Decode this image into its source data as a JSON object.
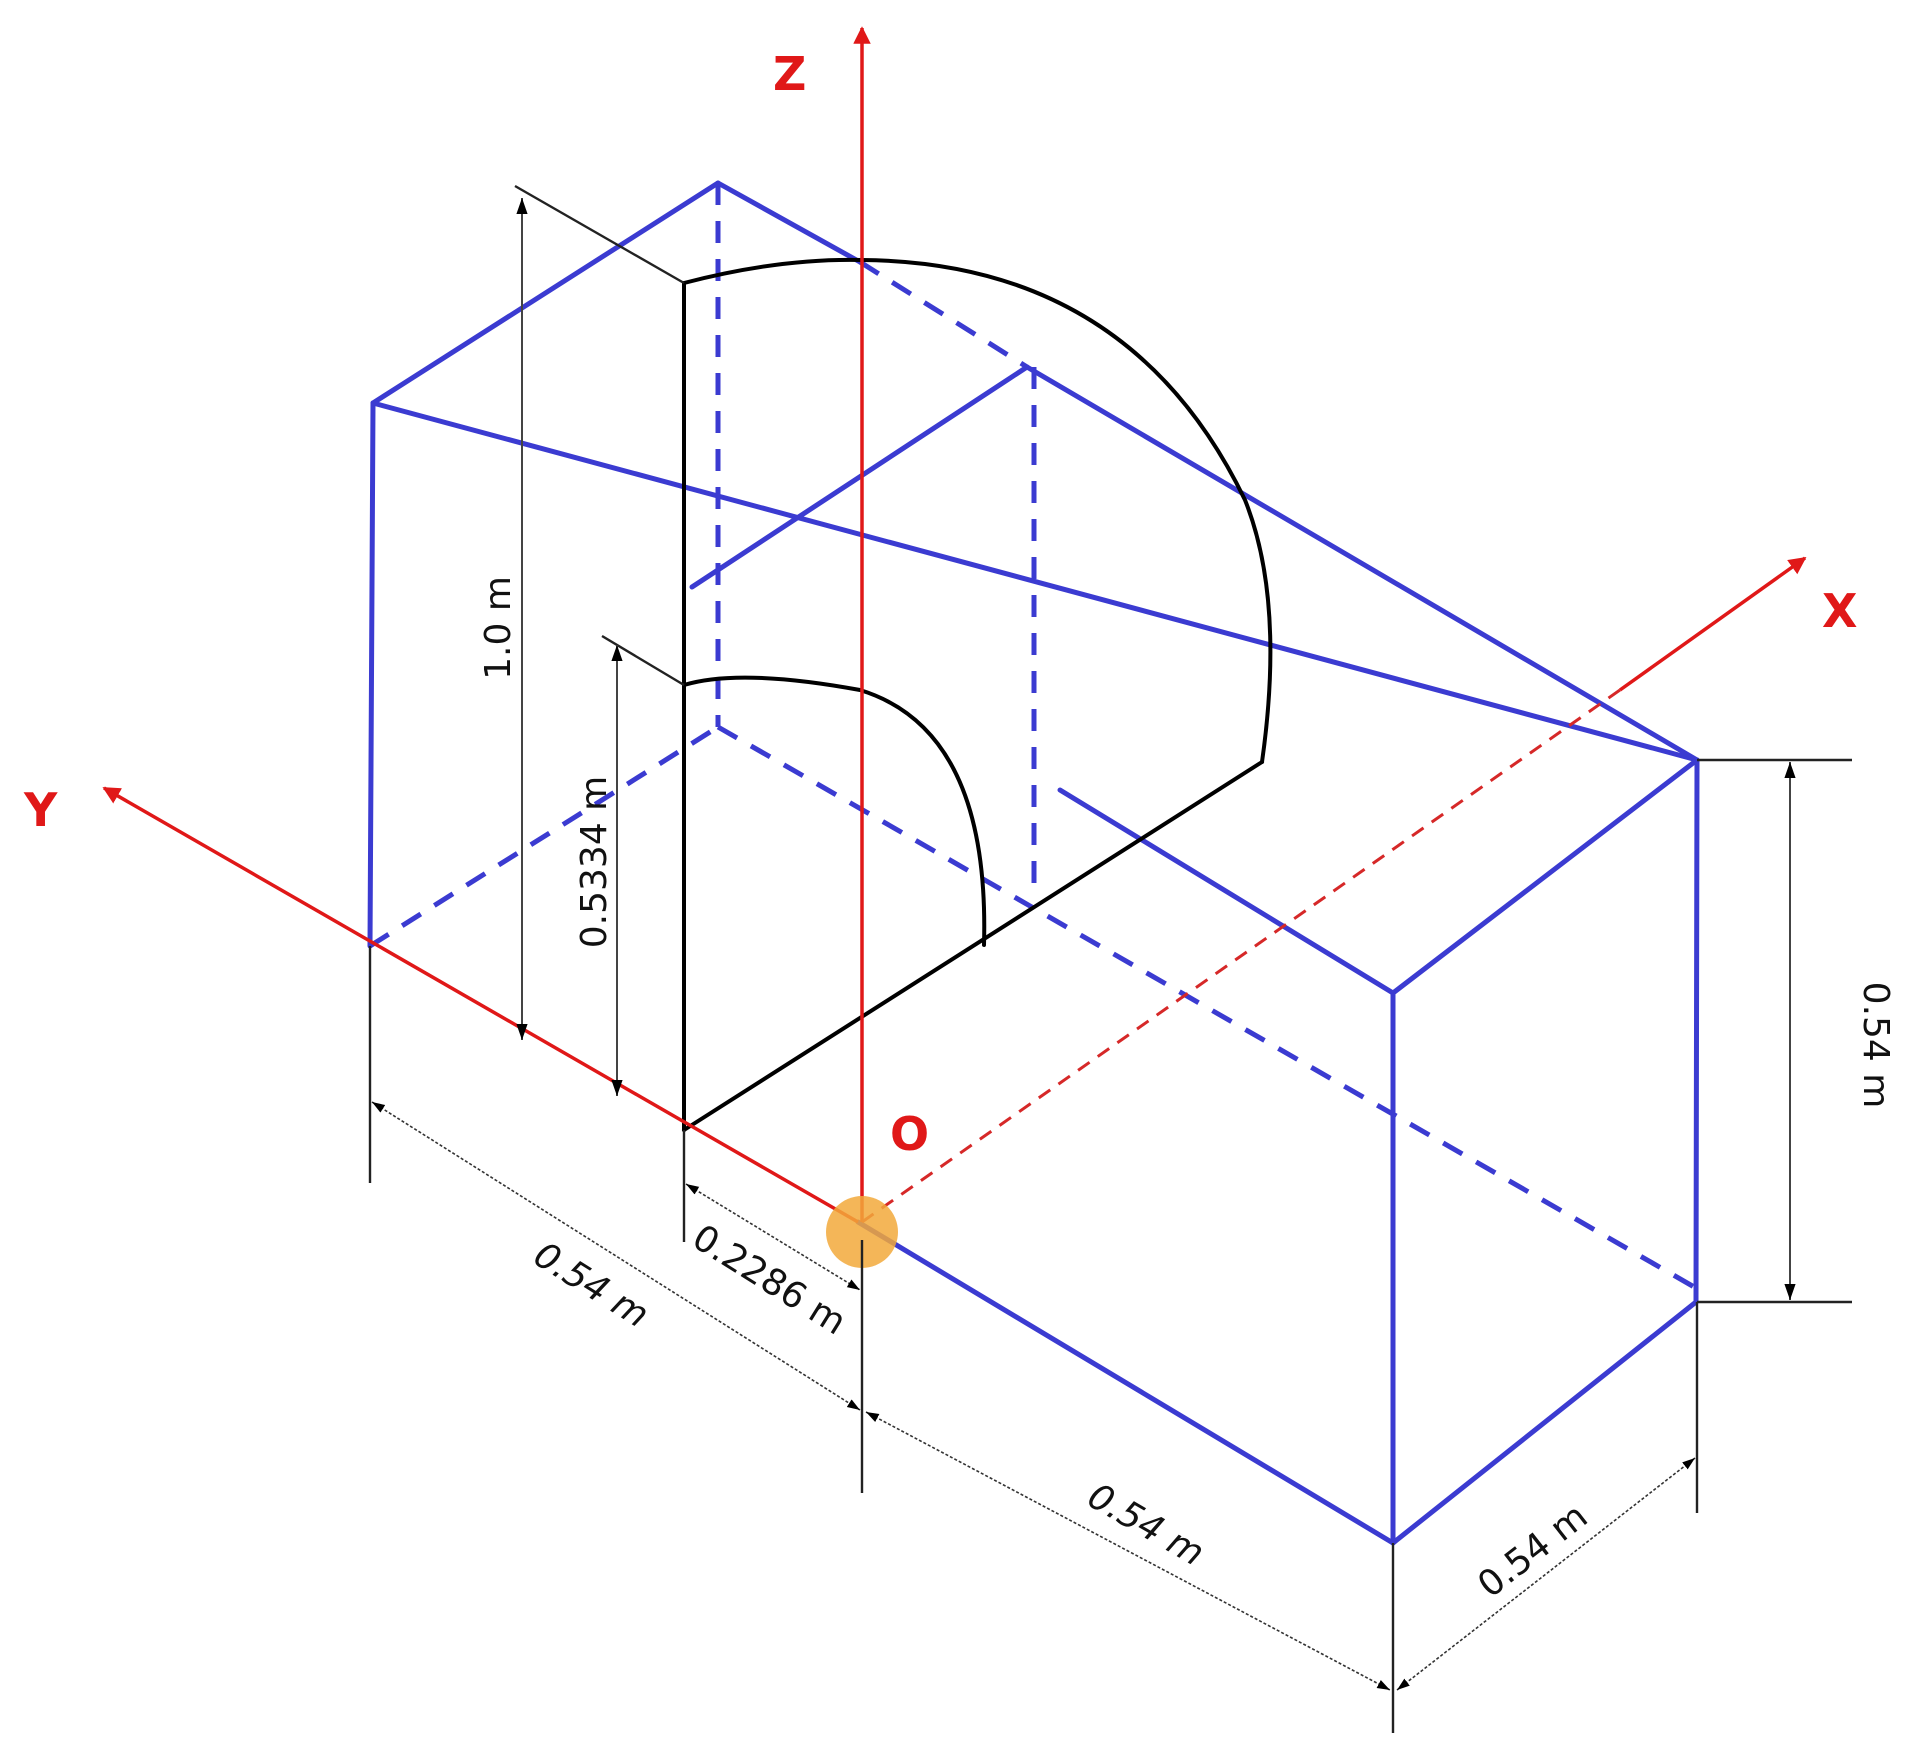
{
  "diagram": {
    "type": "isometric dimensioned drawing",
    "colors": {
      "box_edges": "#3b3bd1",
      "axes": "#e01818",
      "inner_profile": "#000000",
      "origin_marker": "#f2a93b",
      "dimension_lines": "#333333"
    },
    "axes": {
      "x_label": "X",
      "y_label": "Y",
      "z_label": "Z",
      "origin_label": "O"
    },
    "dimensions": {
      "total_height": "1.0 m",
      "inner_height": "0.5334 m",
      "left_width": "0.54 m",
      "offset": "0.2286 m",
      "front_length": "0.54 m",
      "depth": "0.54 m",
      "right_height": "0.54 m"
    }
  }
}
